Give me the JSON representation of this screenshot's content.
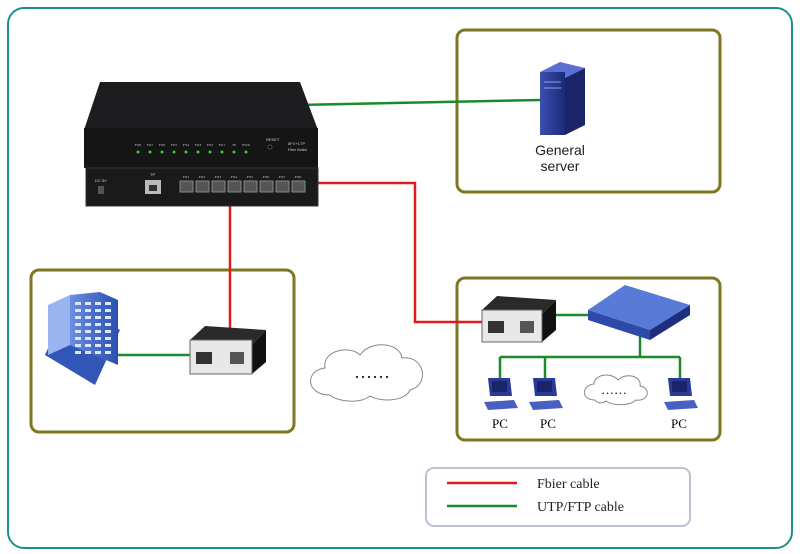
{
  "colors": {
    "fiber": "#e01b1b",
    "utp": "#1a8a2a",
    "frame": "#1f8f8c",
    "group_border": "#7d7622"
  },
  "switch": {
    "leds": [
      "FX8",
      "FX7",
      "FX6",
      "FX5",
      "FX4",
      "FX3",
      "FX2",
      "FX1",
      "TP",
      "PWR"
    ],
    "reset": "RESET",
    "model": "8FX+1TP",
    "model_sub": "Fiber Switch",
    "power": "DC 5V",
    "tp_port": "TP",
    "ports": [
      "FX1",
      "FX2",
      "FX3",
      "FX4",
      "FX5",
      "FX6",
      "FX7",
      "FX8"
    ]
  },
  "server": {
    "label_line1": "General",
    "label_line2": "server"
  },
  "cloud_ellipsis": "……",
  "lan": {
    "pc_labels": [
      "PC",
      "PC",
      "PC"
    ],
    "cloud_ellipsis": "……"
  },
  "legend": {
    "items": [
      {
        "label": "Fbier cable",
        "type": "fiber"
      },
      {
        "label": "UTP/FTP cable",
        "type": "utp"
      }
    ]
  }
}
